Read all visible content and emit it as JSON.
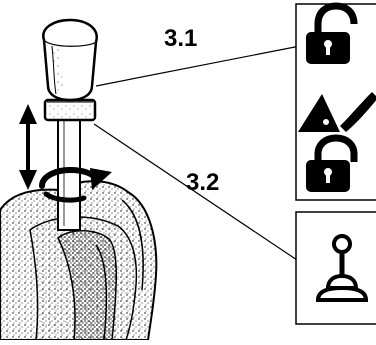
{
  "callouts": [
    {
      "id": "3.1",
      "label": "3.1",
      "symbols": [
        "unlocked-padlock-icon",
        "scraper-icon",
        "locked-padlock-icon"
      ]
    },
    {
      "id": "3.2",
      "label": "3.2",
      "symbols": [
        "joystick-icon"
      ]
    }
  ],
  "colors": {
    "ink": "#000000",
    "paper": "#ffffff"
  }
}
